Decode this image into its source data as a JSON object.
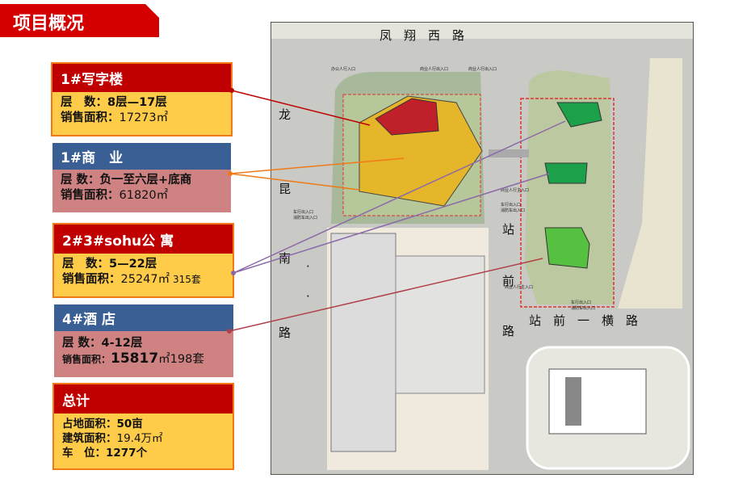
{
  "title": "项目概况",
  "boxes": [
    {
      "header": "1#写字楼",
      "line1": "层　数：8层—17层",
      "line2_label": "销售面积：",
      "line2_value": "17273㎡"
    },
    {
      "header": "1#商　业",
      "line1": "层  数：负一至六层+底商",
      "line2_label": "销售面积：",
      "line2_value": "61820㎡"
    },
    {
      "header": "2#3#sohu公 寓",
      "line1": "层　数：5—22层",
      "line2_label": "销售面积：",
      "line2_value": "25247㎡",
      "line2_extra": " 315套"
    },
    {
      "header": "4#酒  店",
      "line1": "层  数：4-12层",
      "line2_label": "销售面积：",
      "line2_value": "15817",
      "line2_extra": "㎡198套"
    },
    {
      "header": "总计",
      "line1": "占地面积：50亩",
      "line2_label": "建筑面积：",
      "line2_value": "19.4万㎡",
      "line3": "车　位：1277个"
    }
  ],
  "map": {
    "road_top": "凤　翔　西　路",
    "road_left": [
      "龙",
      "昆",
      "南",
      "·",
      "·",
      "路"
    ],
    "road_mid": [
      "站",
      "前",
      "路"
    ],
    "road_bottom": "站　前　一　横　路",
    "labels": {
      "office_entry": "办公人行入口",
      "biz_entry1": "商业人行出入口",
      "biz_entry2": "商业人行出入口",
      "biz_main": "商业人行主入口",
      "car1": "车行出入口",
      "fire1": "消防车出入口",
      "car2": "车行出入口",
      "fire2": "消防车出入口",
      "biz_main2": "商业人行主入口",
      "car3": "车行出入口",
      "fire3": "消防车出入口"
    }
  },
  "colors": {
    "red": "#c00000",
    "blue": "#3a5f95",
    "yellow": "#ffcc4a",
    "pink": "#cf8282"
  }
}
